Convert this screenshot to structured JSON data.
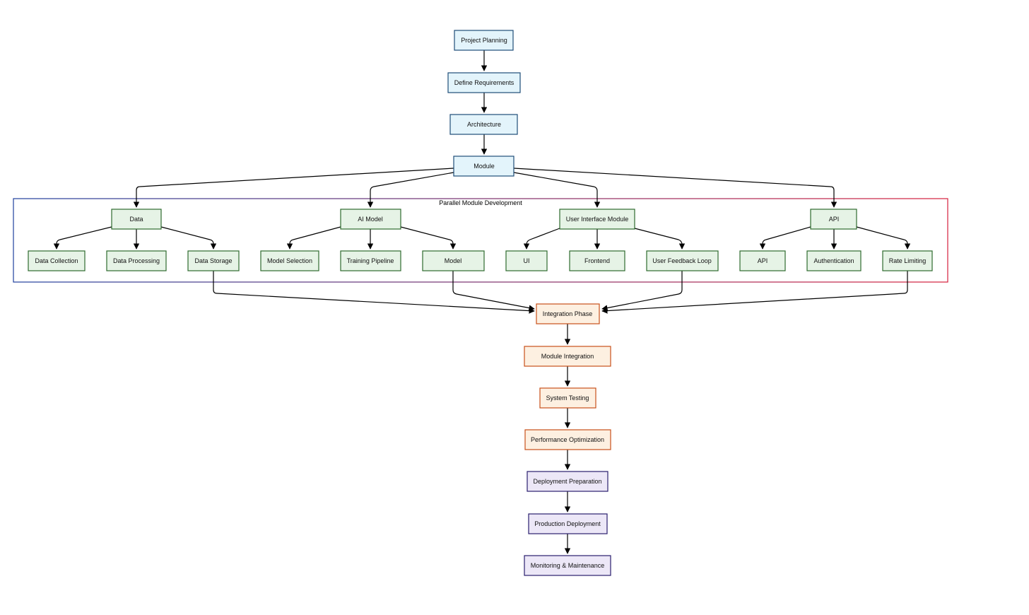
{
  "colors": {
    "blue_fill": "#e3f4fb",
    "blue_stroke": "#1f4e79",
    "green_fill": "#e6f3e6",
    "green_stroke": "#2e6b2e",
    "orange_fill": "#fdf0e1",
    "orange_stroke": "#c8501a",
    "purple_fill": "#ece7f7",
    "purple_stroke": "#2a1f6e",
    "group_gradient_start": "#1f3f9e",
    "group_gradient_end": "#d61f3c",
    "edge": "#000000"
  },
  "group": {
    "label": "Parallel Module Development"
  },
  "nodes": {
    "project_planning": "Project Planning",
    "define_requirements": "Define Requirements",
    "architecture": "Architecture",
    "module": "Module",
    "data": "Data",
    "ai_model": "AI Model",
    "ui_module": "User Interface Module",
    "api": "API",
    "data_collection": "Data Collection",
    "data_processing": "Data Processing",
    "data_storage": "Data Storage",
    "model_selection": "Model Selection",
    "training_pipeline": "Training Pipeline",
    "model": "Model",
    "ui": "UI",
    "frontend": "Frontend",
    "user_feedback_loop": "User Feedback Loop",
    "api_sub": "API",
    "authentication": "Authentication",
    "rate_limiting": "Rate Limiting",
    "integration_phase": "Integration Phase",
    "module_integration": "Module Integration",
    "system_testing": "System Testing",
    "performance_optimization": "Performance Optimization",
    "deployment_preparation": "Deployment Preparation",
    "production_deployment": "Production Deployment",
    "monitoring_maintenance": "Monitoring & Maintenance"
  }
}
